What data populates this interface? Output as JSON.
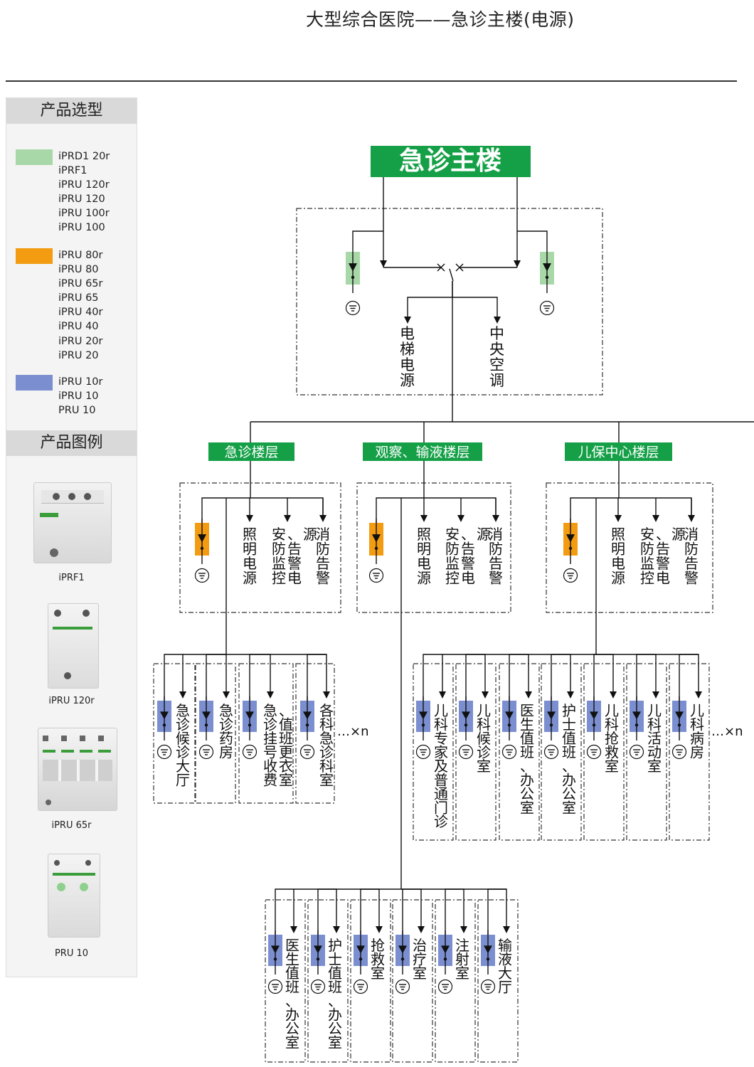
{
  "page": {
    "title": "大型综合医院——急诊主楼(电源)"
  },
  "sidebar": {
    "selection_heading": "产品选型",
    "legend_heading": "产品图例",
    "groups": [
      {
        "color": "#a8d8a8",
        "items": [
          "iPRD1 20r",
          "iPRF1",
          "iPRU 120r",
          "iPRU 120",
          "iPRU 100r",
          "iPRU 100"
        ]
      },
      {
        "color": "#f39c12",
        "items": [
          "iPRU 80r",
          "iPRU 80",
          "iPRU 65r",
          "iPRU 65",
          "iPRU 40r",
          "iPRU 40",
          "iPRU 20r",
          "iPRU 20"
        ]
      },
      {
        "color": "#7b8fd0",
        "items": [
          "iPRU 10r",
          "iPRU 10",
          "PRU 10"
        ]
      }
    ],
    "products": [
      {
        "caption": "iPRF1"
      },
      {
        "caption": "iPRU 120r"
      },
      {
        "caption": "iPRU 65r"
      },
      {
        "caption": "PRU 10"
      }
    ]
  },
  "diagram": {
    "main_building": "急诊主楼",
    "main_loads": [
      "电梯电源",
      "中央空调"
    ],
    "floors": [
      {
        "label": "急诊楼层",
        "loads": [
          "照明电源",
          "安防监控、告警电源",
          "消防告警"
        ]
      },
      {
        "label": "观察、输液楼层",
        "loads": [
          "照明电源",
          "安防监控、告警电源",
          "消防告警"
        ]
      },
      {
        "label": "儿保中心楼层",
        "loads": [
          "照明电源",
          "安防监控、告警电源",
          "消防告警"
        ]
      }
    ],
    "emergency_rooms": [
      "急诊候诊大厅",
      "急诊药房",
      "急诊挂号收费、值班更衣室",
      "各科急诊科室"
    ],
    "pediatric_rooms": [
      "儿科专家及普通门诊",
      "儿科候诊室",
      "医生值班、办公室",
      "护士值班、办公室",
      "儿科抢救室",
      "儿科活动室",
      "儿科病房"
    ],
    "infusion_rooms": [
      "医生值班、办公室",
      "护士值班、办公室",
      "抢救室",
      "治疗室",
      "注射室",
      "输液大厅"
    ],
    "more_marker": "…×n",
    "colors": {
      "green_spd": "#a8d8a8",
      "orange_spd": "#f39c12",
      "blue_spd": "#7b8fd0",
      "header_green": "#15a047"
    }
  }
}
